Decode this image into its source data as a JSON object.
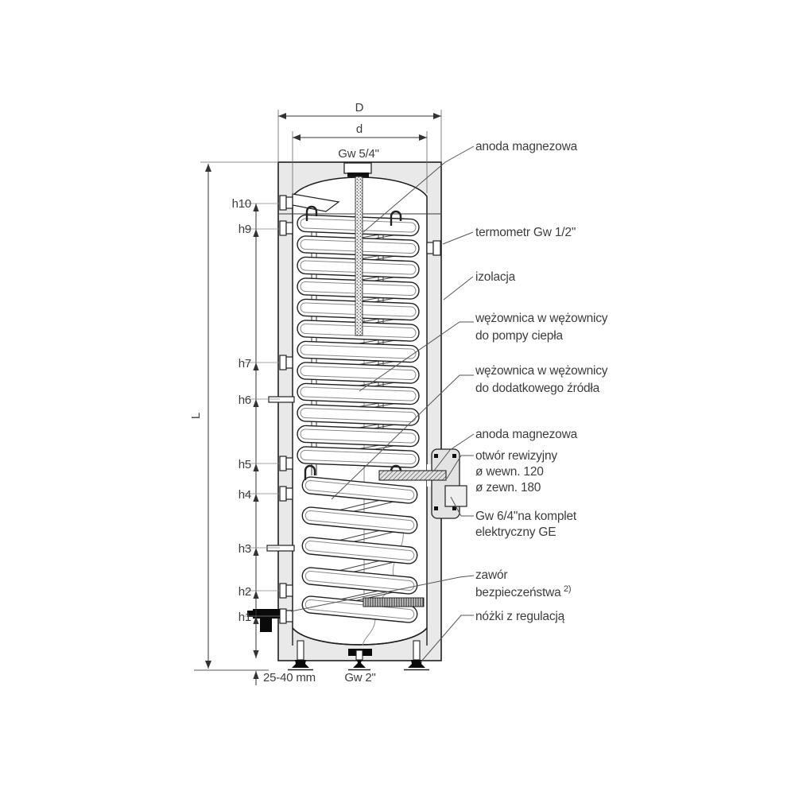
{
  "colors": {
    "insulation": "#e9e9e9",
    "line": "#222222",
    "text": "#3d3d3d",
    "flange": "#e3e3e3"
  },
  "dimensions": {
    "outer_diameter": "D",
    "inner_diameter": "d",
    "top_fitting": "Gw 5/4\"",
    "total_height": "L",
    "foot_range": "25-40 mm",
    "bottom_fitting": "Gw 2\""
  },
  "heights": [
    "h10",
    "h9",
    "h7",
    "h6",
    "h5",
    "h4",
    "h3",
    "h2",
    "h1"
  ],
  "callouts": [
    {
      "lines": [
        "anoda magnezowa"
      ]
    },
    {
      "lines": [
        "termometr Gw 1/2\""
      ]
    },
    {
      "lines": [
        "izolacja"
      ]
    },
    {
      "lines": [
        "wężownica w wężownicy",
        "do pompy ciepła"
      ]
    },
    {
      "lines": [
        "wężownica w wężownicy",
        "do dodatkowego źródła"
      ]
    },
    {
      "lines": [
        "anoda magnezowa"
      ]
    },
    {
      "lines": [
        "otwór rewizyjny",
        "ø wewn. 120",
        "ø zewn. 180"
      ]
    },
    {
      "lines": [
        "Gw 6/4\"na komplet",
        "elektryczny GE"
      ]
    },
    {
      "lines": [
        "zawór",
        "bezpieczeństwa"
      ],
      "sup": "2)"
    },
    {
      "lines": [
        "nóżki z regulacją"
      ]
    }
  ]
}
